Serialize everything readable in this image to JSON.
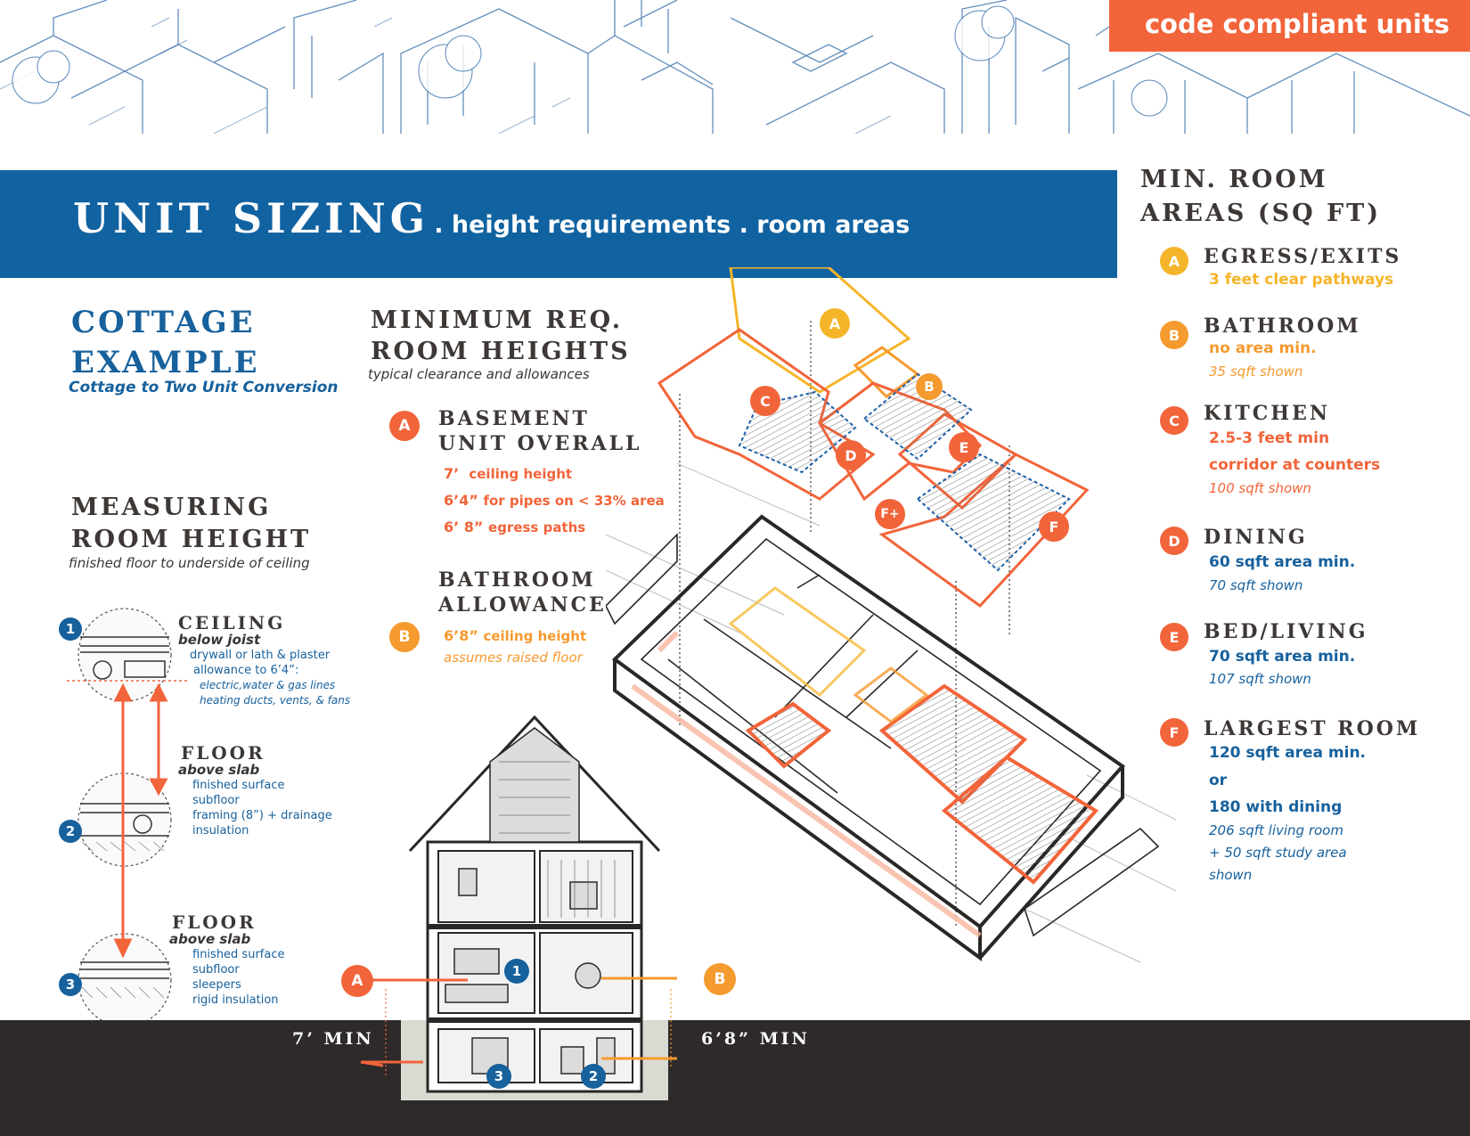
{
  "header": {
    "tag": "code compliant units",
    "title_main": "UNIT SIZING",
    "title_sub": ". height requirements . room areas"
  },
  "cottage": {
    "title_line1": "COTTAGE",
    "title_line2": "EXAMPLE",
    "subtitle": "Cottage to Two Unit Conversion"
  },
  "measuring": {
    "title_line1": "MEASURING",
    "title_line2": "ROOM HEIGHT",
    "subtitle": "finished floor to underside of ceiling",
    "details": [
      {
        "badge": "1",
        "title": "CEILING",
        "subtitle": "below joist",
        "lines": [
          "drywall or lath & plaster",
          "allowance to 6’4”:",
          "electric,water & gas lines",
          "heating ducts, vents, & fans"
        ]
      },
      {
        "badge": "2",
        "title": "FLOOR",
        "subtitle": "above slab",
        "lines": [
          "finished surface",
          "subfloor",
          "framing (8”) + drainage",
          "insulation"
        ]
      },
      {
        "badge": "3",
        "title": "FLOOR",
        "subtitle": "above slab",
        "lines": [
          "finished surface",
          "subfloor",
          "sleepers",
          "rigid insulation"
        ]
      }
    ]
  },
  "heights": {
    "title_line1": "MINIMUM REQ.",
    "title_line2": "ROOM HEIGHTS",
    "subtitle": "typical clearance and allowances",
    "a": {
      "badge": "A",
      "title_line1": "BASEMENT",
      "title_line2": "UNIT OVERALL",
      "l1_val": "7’",
      "l1_txt": "ceiling height",
      "l2_val": "6’4”",
      "l2_txt": "for pipes on < 33% area",
      "l3_val": "6’ 8”",
      "l3_txt": "egress paths"
    },
    "b": {
      "badge": "B",
      "title_line1": "BATHROOM",
      "title_line2": "ALLOWANCE",
      "l1_val": "6’8”",
      "l1_txt": "ceiling height",
      "l2": "assumes raised floor"
    }
  },
  "areas": {
    "title_line1": "MIN. ROOM",
    "title_line2": "AREAS (SQ FT)",
    "items": [
      {
        "badge": "A",
        "title": "EGRESS/EXITS",
        "l1": "3 feet clear pathways"
      },
      {
        "badge": "B",
        "title": "BATHROOM",
        "l1": "no area min.",
        "l2": "35 sqft shown"
      },
      {
        "badge": "C",
        "title": "KITCHEN",
        "l1": "2.5-3 feet min",
        "l1b": "corridor at counters",
        "l2": "100 sqft shown"
      },
      {
        "badge": "D",
        "title": "DINING",
        "l1": "60 sqft area min.",
        "l2": "70 sqft shown"
      },
      {
        "badge": "E",
        "title": "BED/LIVING",
        "l1": "70 sqft area min.",
        "l2": "107 sqft shown"
      },
      {
        "badge": "F",
        "title": "LARGEST ROOM",
        "l1": "120 sqft area min.",
        "l1b": "or",
        "l1c": "180 with dining",
        "l2": "206 sqft living room",
        "l2b": "+ 50 sqft study area",
        "l2c": "shown"
      }
    ]
  },
  "plan_labels": {
    "a": "A",
    "b": "B",
    "c": "C",
    "d": "D",
    "e": "E",
    "fplus": "F+",
    "f": "F"
  },
  "section": {
    "left_dim": "7’ MIN",
    "right_dim": "6’8” MIN",
    "badge_a": "A",
    "badge_b": "B",
    "badge_1": "1",
    "badge_2": "2",
    "badge_3": "3"
  }
}
